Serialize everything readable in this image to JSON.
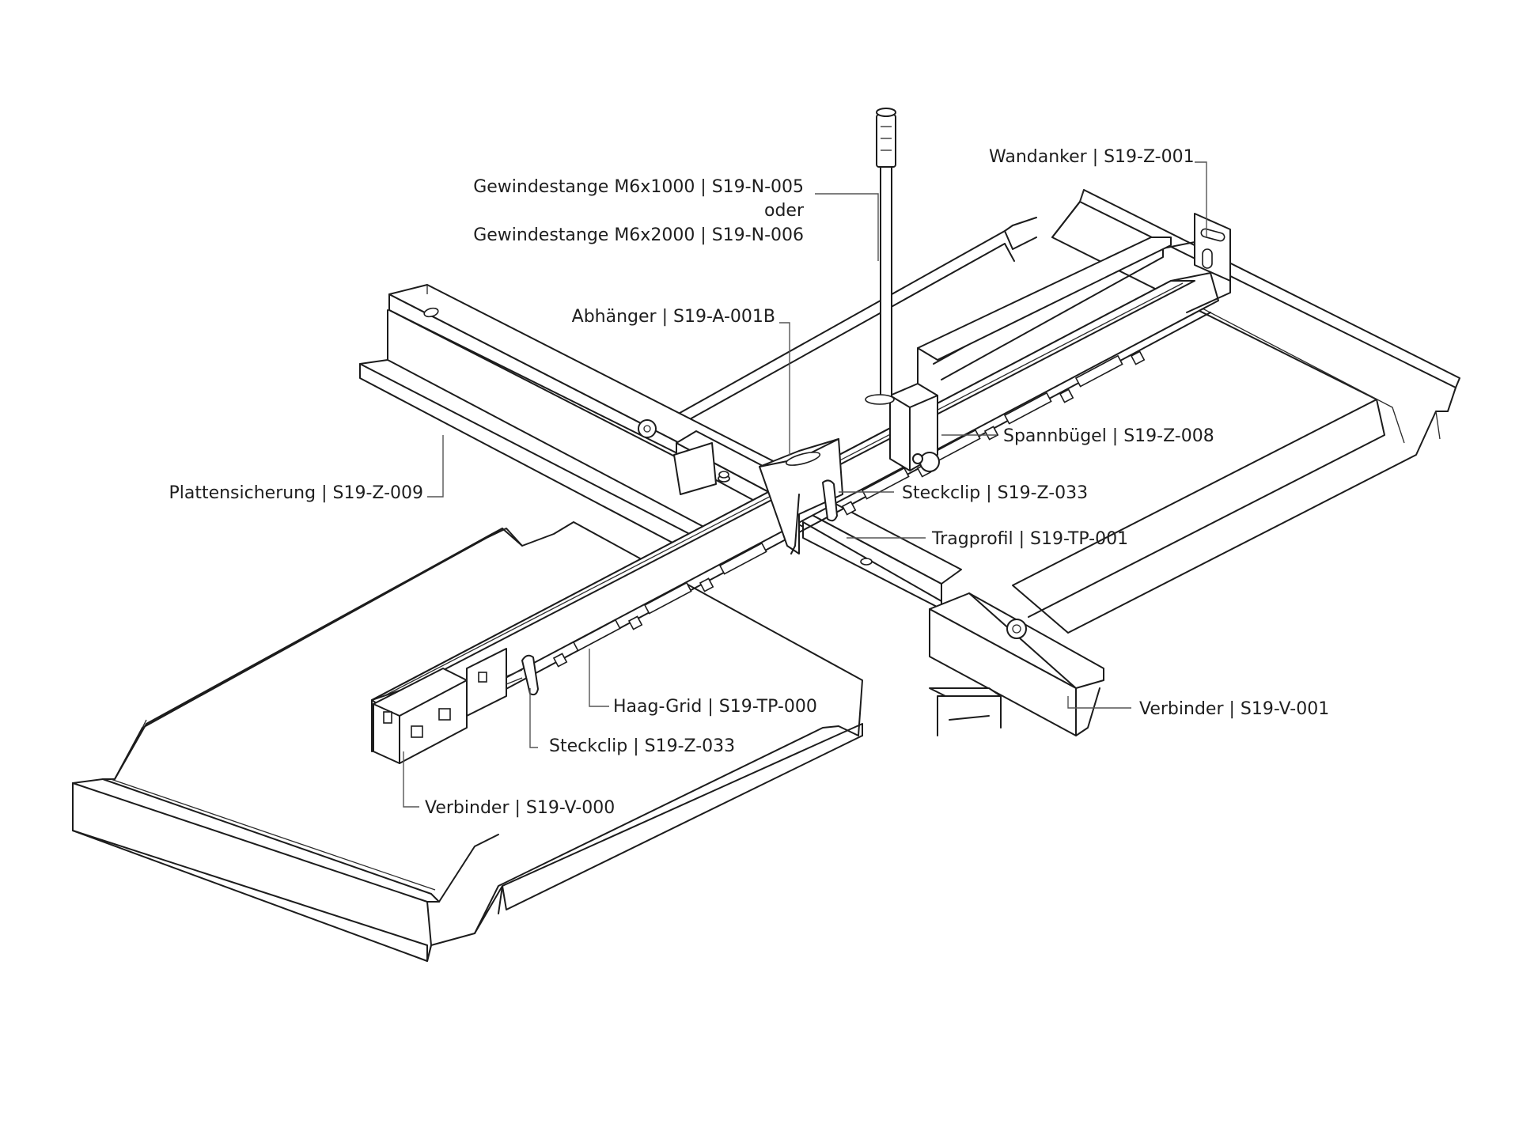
{
  "diagram": {
    "description_labels": {
      "gewindestange_line1": "Gewindestange M6x1000 | S19-N-005",
      "gewindestange_line2": "oder",
      "gewindestange_line3": "Gewindestange M6x2000 | S19-N-006",
      "wandanker": "Wandanker | S19-Z-001",
      "abhaenger": "Abhänger | S19-A-001B",
      "spannbuegel": "Spannbügel | S19-Z-008",
      "steckclip_upper": "Steckclip | S19-Z-033",
      "tragprofil": "Tragprofil | S19-TP-001",
      "plattensicherung": "Plattensicherung | S19-Z-009",
      "haag_grid": "Haag-Grid | S19-TP-000",
      "steckclip_lower": "Steckclip | S19-Z-033",
      "verbinder_right": "Verbinder | S19-V-001",
      "verbinder_left": "Verbinder | S19-V-000"
    },
    "colors": {
      "line": "#1c1c1c",
      "background": "#ffffff",
      "text": "#1e1e1e"
    }
  }
}
